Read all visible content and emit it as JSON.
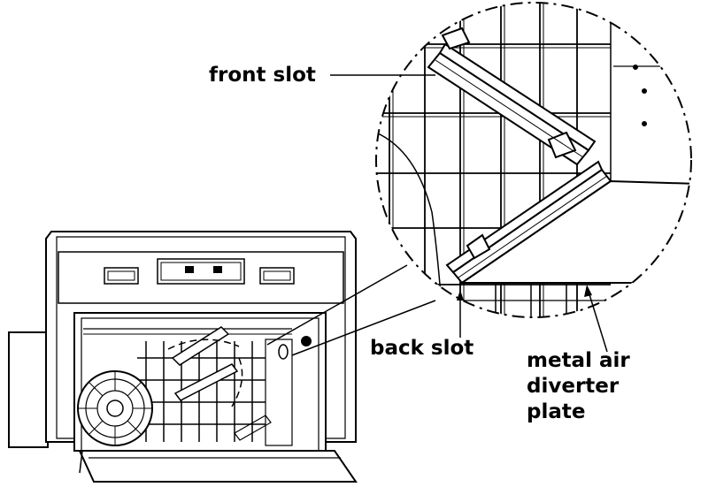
{
  "callouts": {
    "front_slot": "front slot",
    "back_slot": "back slot",
    "metal_air_diverter_plate": [
      "metal air",
      "diverter",
      "plate"
    ]
  }
}
